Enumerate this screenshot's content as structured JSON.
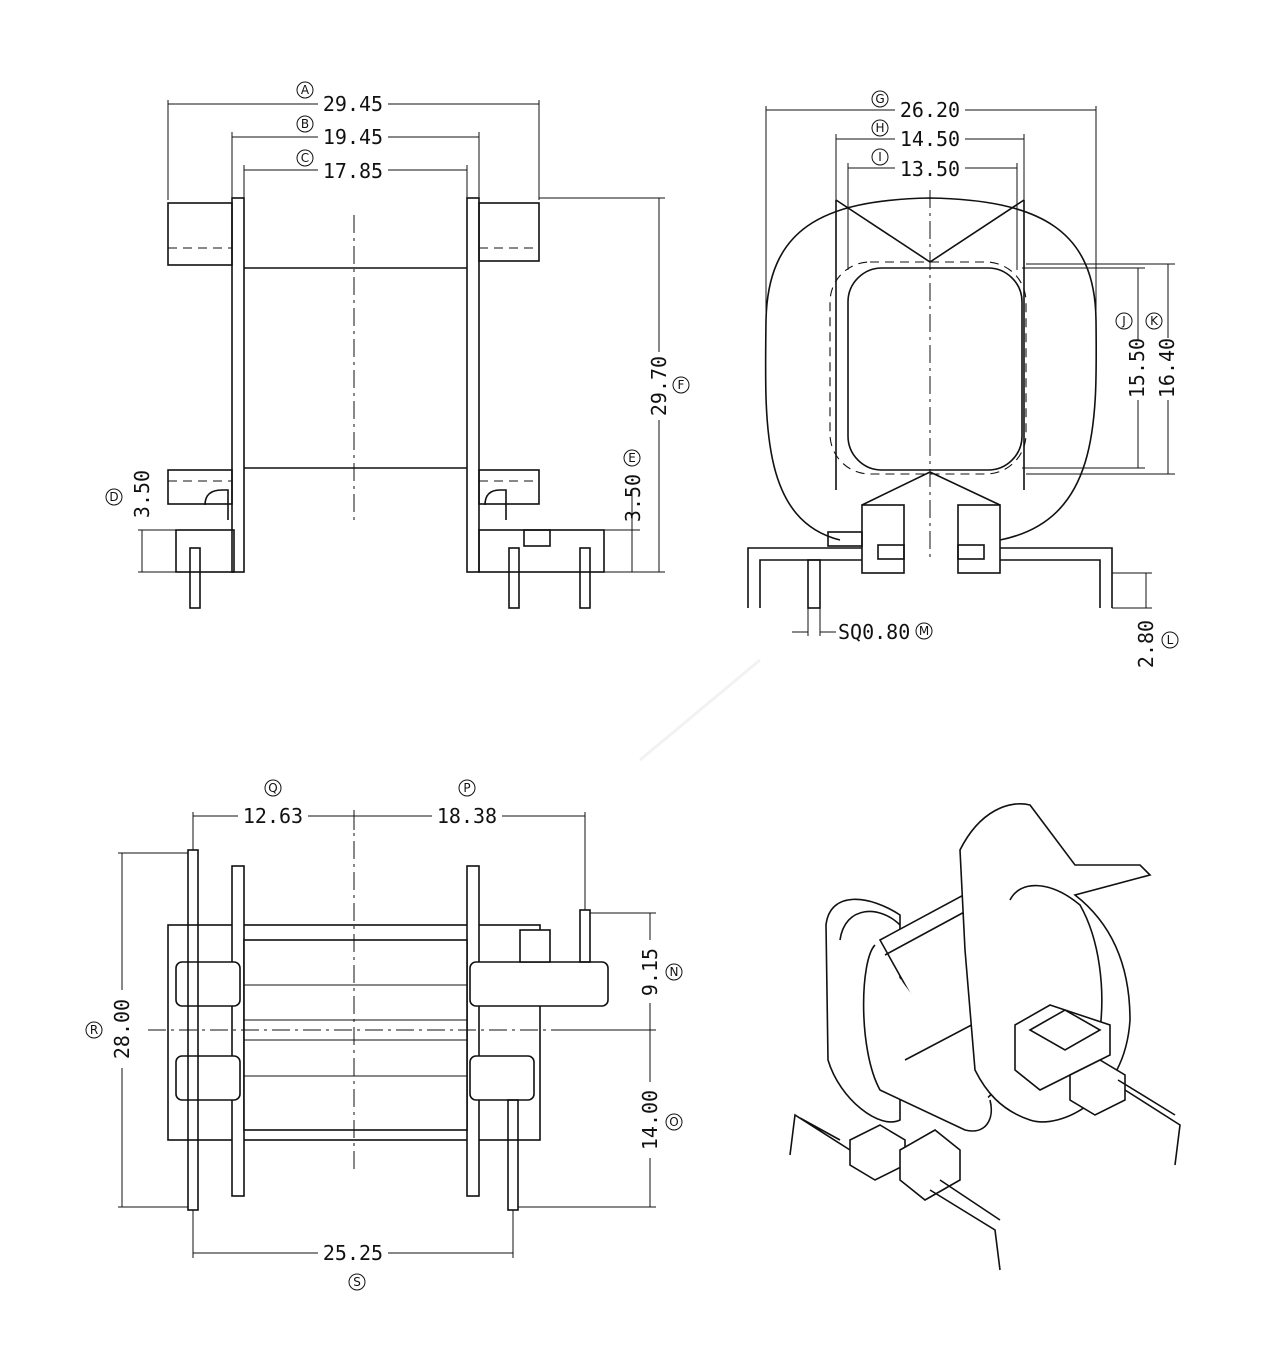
{
  "views": {
    "front": {
      "A": {
        "letter": "A",
        "value": "29.45"
      },
      "B": {
        "letter": "B",
        "value": "19.45"
      },
      "C": {
        "letter": "C",
        "value": "17.85"
      },
      "D": {
        "letter": "D",
        "value": "3.50"
      },
      "E": {
        "letter": "E",
        "value": "3.50"
      },
      "F": {
        "letter": "F",
        "value": "29.70"
      }
    },
    "side": {
      "G": {
        "letter": "G",
        "value": "26.20"
      },
      "H": {
        "letter": "H",
        "value": "14.50"
      },
      "I": {
        "letter": "I",
        "value": "13.50"
      },
      "J": {
        "letter": "J",
        "value": "15.50"
      },
      "K": {
        "letter": "K",
        "value": "16.40"
      },
      "L": {
        "letter": "L",
        "value": "2.80"
      },
      "M": {
        "letter": "M",
        "value": "SQ0.80"
      }
    },
    "bottom": {
      "N": {
        "letter": "N",
        "value": "9.15"
      },
      "O": {
        "letter": "O",
        "value": "14.00"
      },
      "P": {
        "letter": "P",
        "value": "18.38"
      },
      "Q": {
        "letter": "Q",
        "value": "12.63"
      },
      "R": {
        "letter": "R",
        "value": "28.00"
      },
      "S": {
        "letter": "S",
        "value": "25.25"
      }
    },
    "iso": {}
  }
}
